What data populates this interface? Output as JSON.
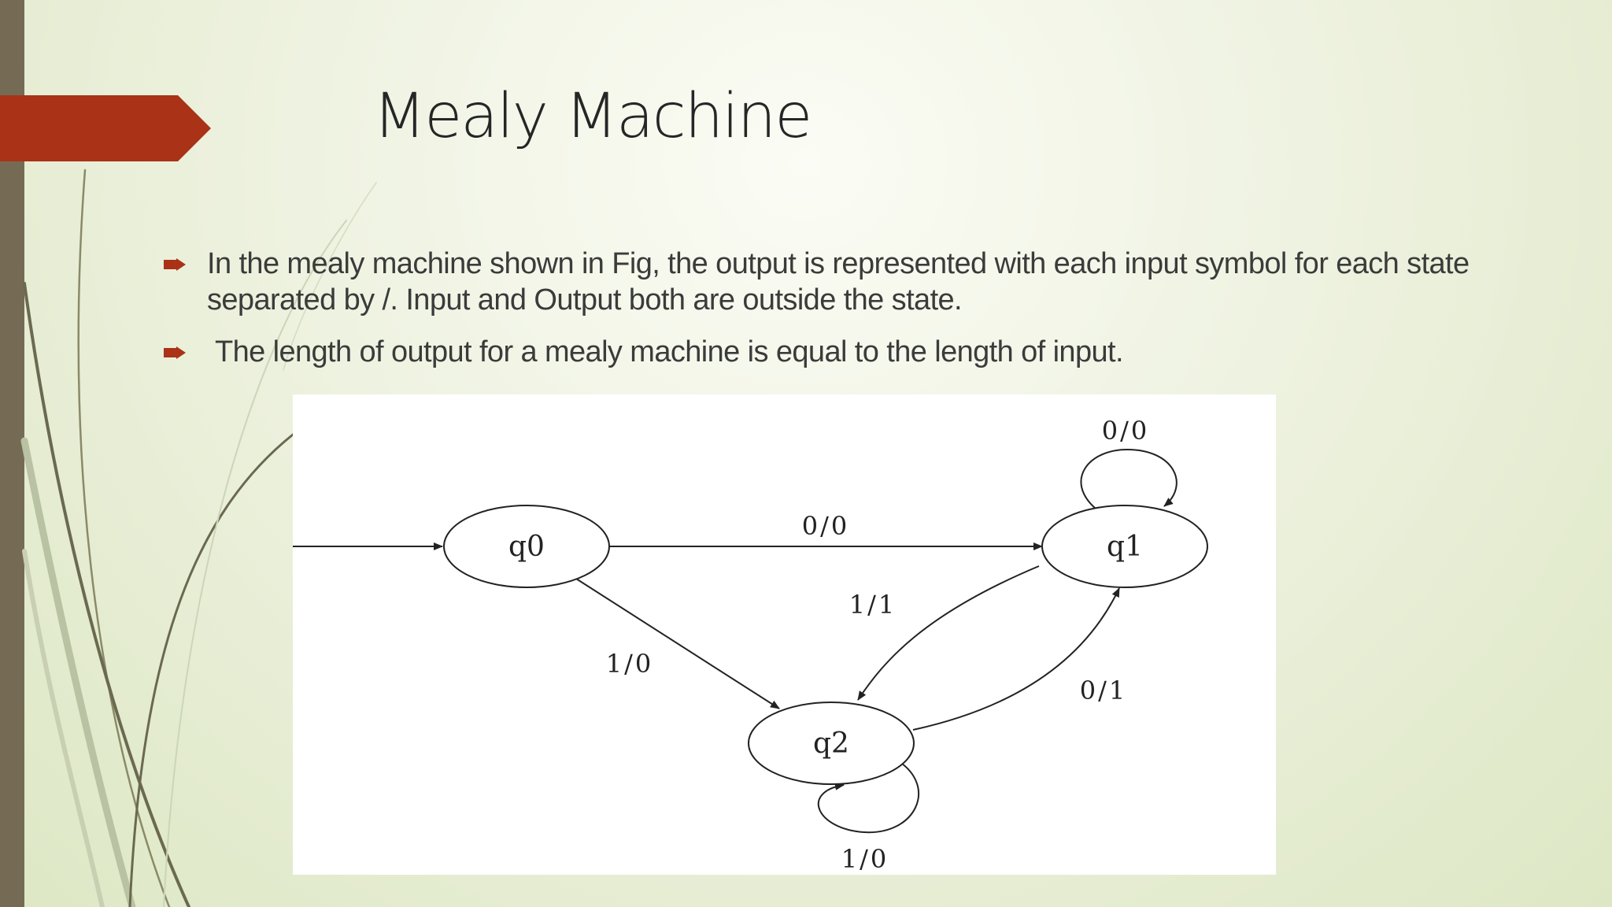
{
  "slide": {
    "title": "Mealy Machine",
    "bullets": [
      "In the mealy machine shown in Fig, the output is represented with each input symbol for each state separated by /. Input and Output both are outside the state.",
      " The length of output for a mealy machine is equal to the length of input."
    ]
  },
  "colors": {
    "accent": "#a93217",
    "left_bar": "#756b55",
    "text": "#3b3b3b"
  },
  "diagram": {
    "states": [
      {
        "id": "q0",
        "label": "q0"
      },
      {
        "id": "q1",
        "label": "q1"
      },
      {
        "id": "q2",
        "label": "q2"
      }
    ],
    "transitions": [
      {
        "from": "start",
        "to": "q0",
        "label": ""
      },
      {
        "from": "q0",
        "to": "q1",
        "label": "0/0"
      },
      {
        "from": "q0",
        "to": "q2",
        "label": "1/0"
      },
      {
        "from": "q1",
        "to": "q1",
        "label": "0/0"
      },
      {
        "from": "q1",
        "to": "q2",
        "label": "1/1"
      },
      {
        "from": "q2",
        "to": "q1",
        "label": "0/1"
      },
      {
        "from": "q2",
        "to": "q2",
        "label": "1/0"
      }
    ]
  }
}
